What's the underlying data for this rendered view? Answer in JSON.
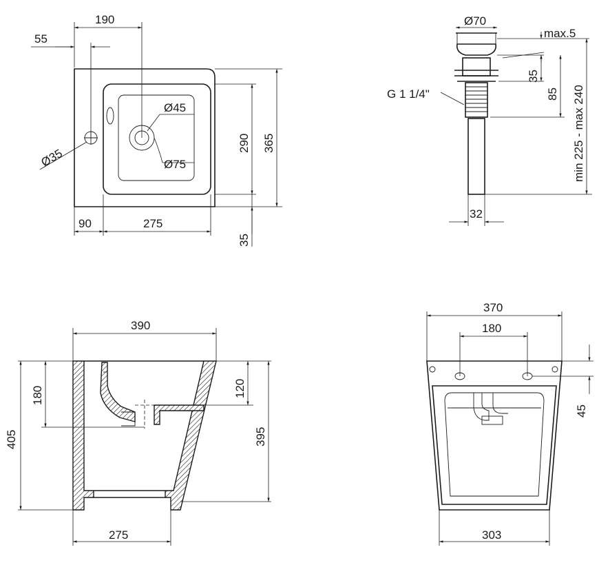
{
  "top_view": {
    "d190": "190",
    "d55": "55",
    "d45": "Ø45",
    "d35": "Ø35",
    "d75": "Ø75",
    "d290": "290",
    "d365": "365",
    "d90": "90",
    "d275": "275",
    "d35b": "35"
  },
  "drain_view": {
    "d70": "Ø70",
    "max5": "max.5",
    "d35": "35",
    "d85": "85",
    "range": "min 225 - max 240",
    "thread": "G 1 1/4\"",
    "d32": "32"
  },
  "side_view": {
    "d390": "390",
    "d180": "180",
    "d120": "120",
    "d405": "405",
    "d395": "395",
    "d275": "275"
  },
  "back_view": {
    "d370": "370",
    "d180": "180",
    "d45": "45",
    "d303": "303"
  }
}
